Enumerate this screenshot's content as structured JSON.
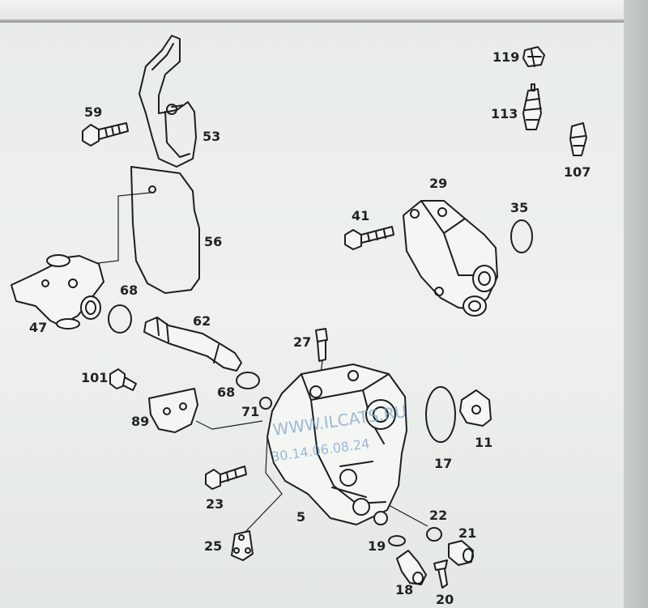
{
  "diagram": {
    "labels": {
      "l119": "119",
      "l113": "113",
      "l107": "107",
      "l59": "59",
      "l53": "53",
      "l56": "56",
      "l29": "29",
      "l41": "41",
      "l35": "35",
      "l47": "47",
      "l68a": "68",
      "l62": "62",
      "l27": "27",
      "l101": "101",
      "l68b": "68",
      "l89": "89",
      "l71": "71",
      "l17": "17",
      "l11": "11",
      "l23": "23",
      "l5": "5",
      "l25": "25",
      "l22": "22",
      "l21": "21",
      "l19": "19",
      "l18": "18",
      "l20": "20"
    },
    "watermark": {
      "line1": "WWW.ILCATS.RU",
      "line2": "30.14.06.08.24"
    }
  }
}
